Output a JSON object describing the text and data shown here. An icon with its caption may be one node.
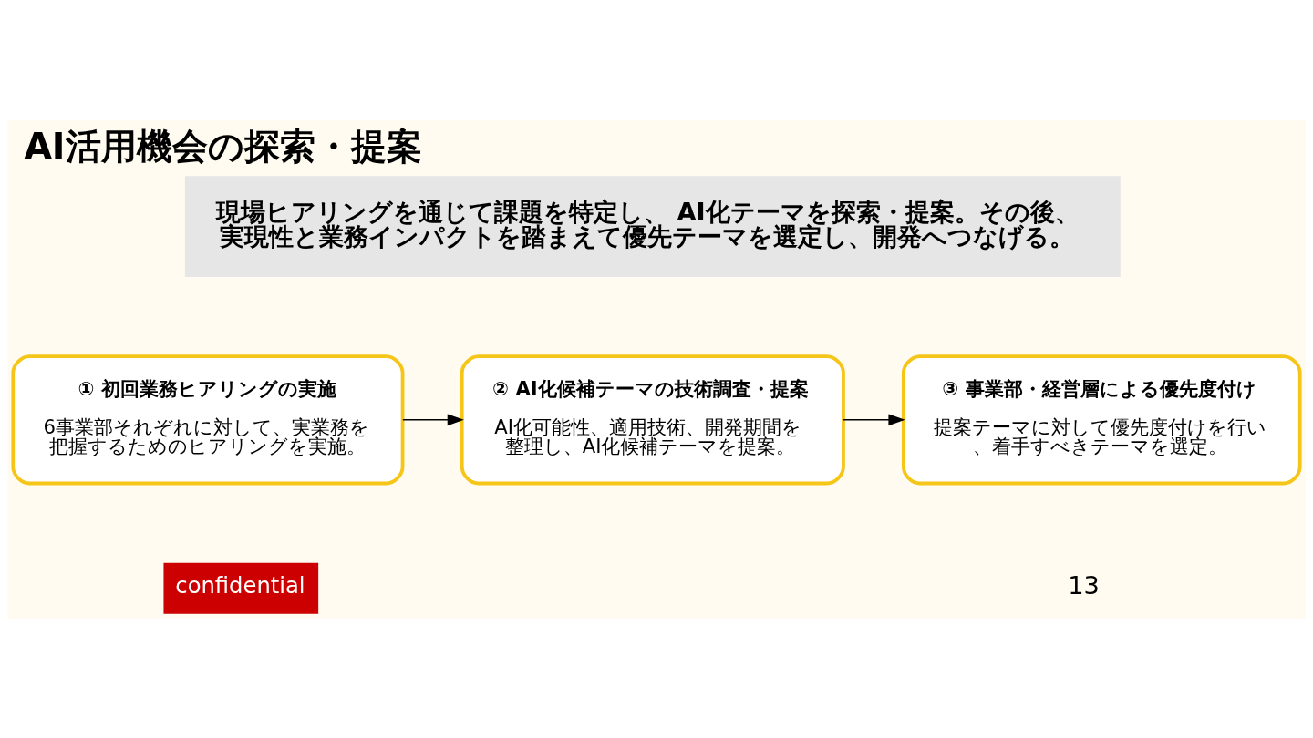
{
  "diagram": {
    "title": "AI活用機会の探索・提案",
    "nodes": [
      {
        "text": [
          "現場ヒアリングを通じて課題を特定し、 AI化テーマを探索・提案。その後、実現性と業務インパクトを踏まえて優先テーマを選定し、開発へつなげる。"
        ]
      },
      {
        "text": [
          "① 初回業務ヒアリングの実施",
          "6事業部それぞれに対して、実業務を把握するためのヒアリングを実施。"
        ]
      },
      {
        "text": [
          "② AI化候補テーマの技術調査・提案",
          "AI化可能性、適用技術、開発期間を整理し、AI化候補テーマを提案。"
        ]
      },
      {
        "text": [
          "③ 事業部・経営層による優先度付け",
          "提案テーマに対して優先度付けを行い、着手すべきテーマを選定。"
        ]
      }
    ],
    "edges": [
      {
        "from": 1,
        "to": 2,
        "arrow": "to"
      },
      {
        "from": 2,
        "to": 3,
        "arrow": "to"
      }
    ],
    "labels": [
      "confidential",
      "13"
    ]
  }
}
